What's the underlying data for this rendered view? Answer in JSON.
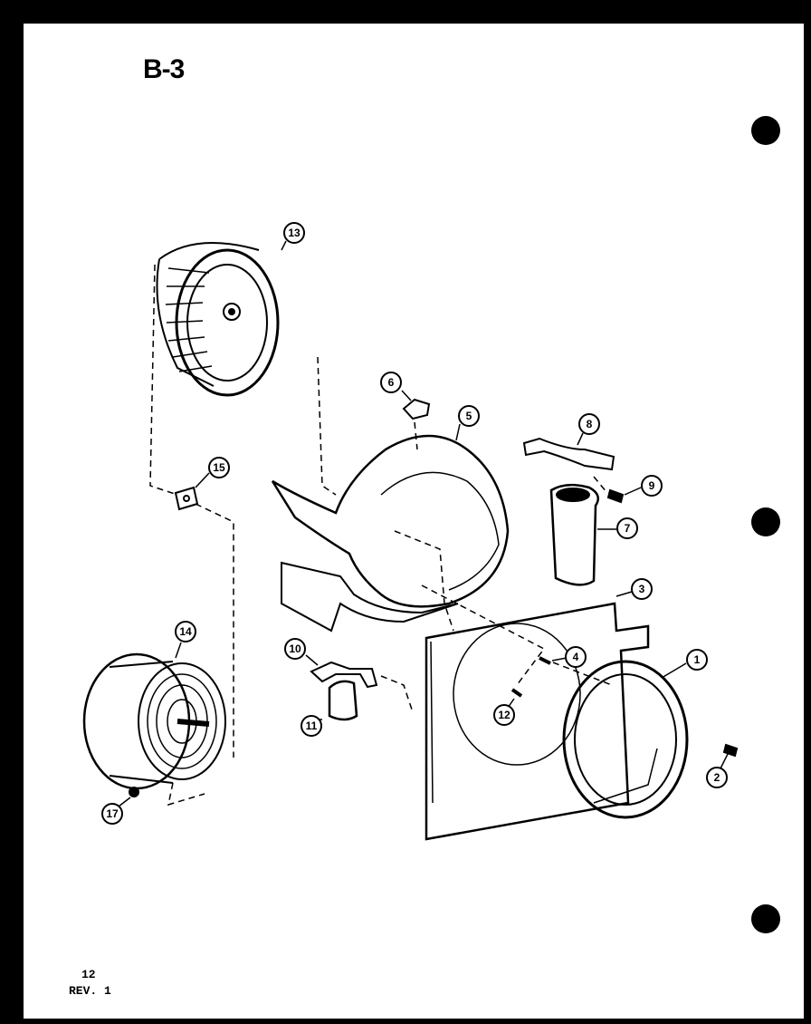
{
  "diagram": {
    "title": "B-3",
    "page_number": "12",
    "revision": "REV. 1",
    "callouts": [
      "1",
      "2",
      "3",
      "4",
      "5",
      "6",
      "7",
      "8",
      "9",
      "10",
      "11",
      "12",
      "13",
      "14",
      "15",
      "17"
    ]
  }
}
